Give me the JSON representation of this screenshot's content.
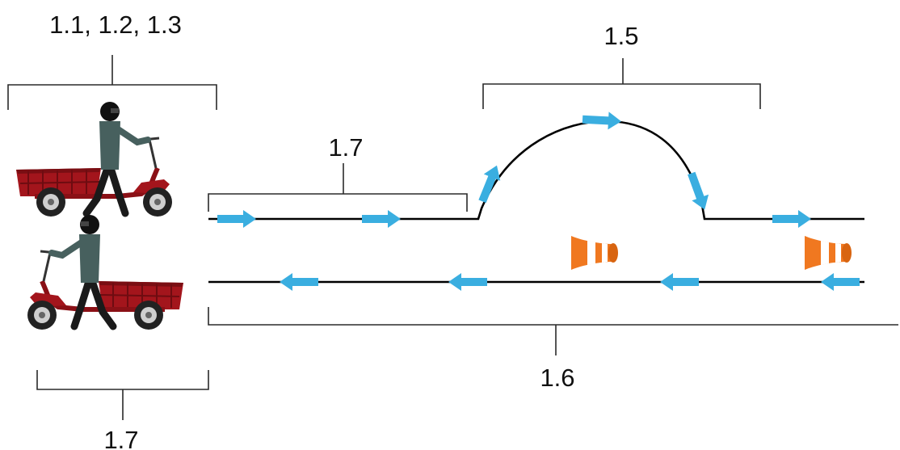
{
  "labels": {
    "top_left": "1.1, 1.2, 1.3",
    "upper_track": "1.7",
    "hump": "1.5",
    "lower_track": "1.6",
    "bottom_left": "1.7"
  },
  "colors": {
    "arrow": "#3aaee0",
    "vehicle_body": "#a3151c",
    "rider_jacket": "#47605e",
    "cone_orange": "#f07820",
    "track": "#000000"
  },
  "icons": {
    "vehicle": "cargo-tricycle-with-rider",
    "arrow": "direction-arrow",
    "cone": "traffic-cone"
  }
}
